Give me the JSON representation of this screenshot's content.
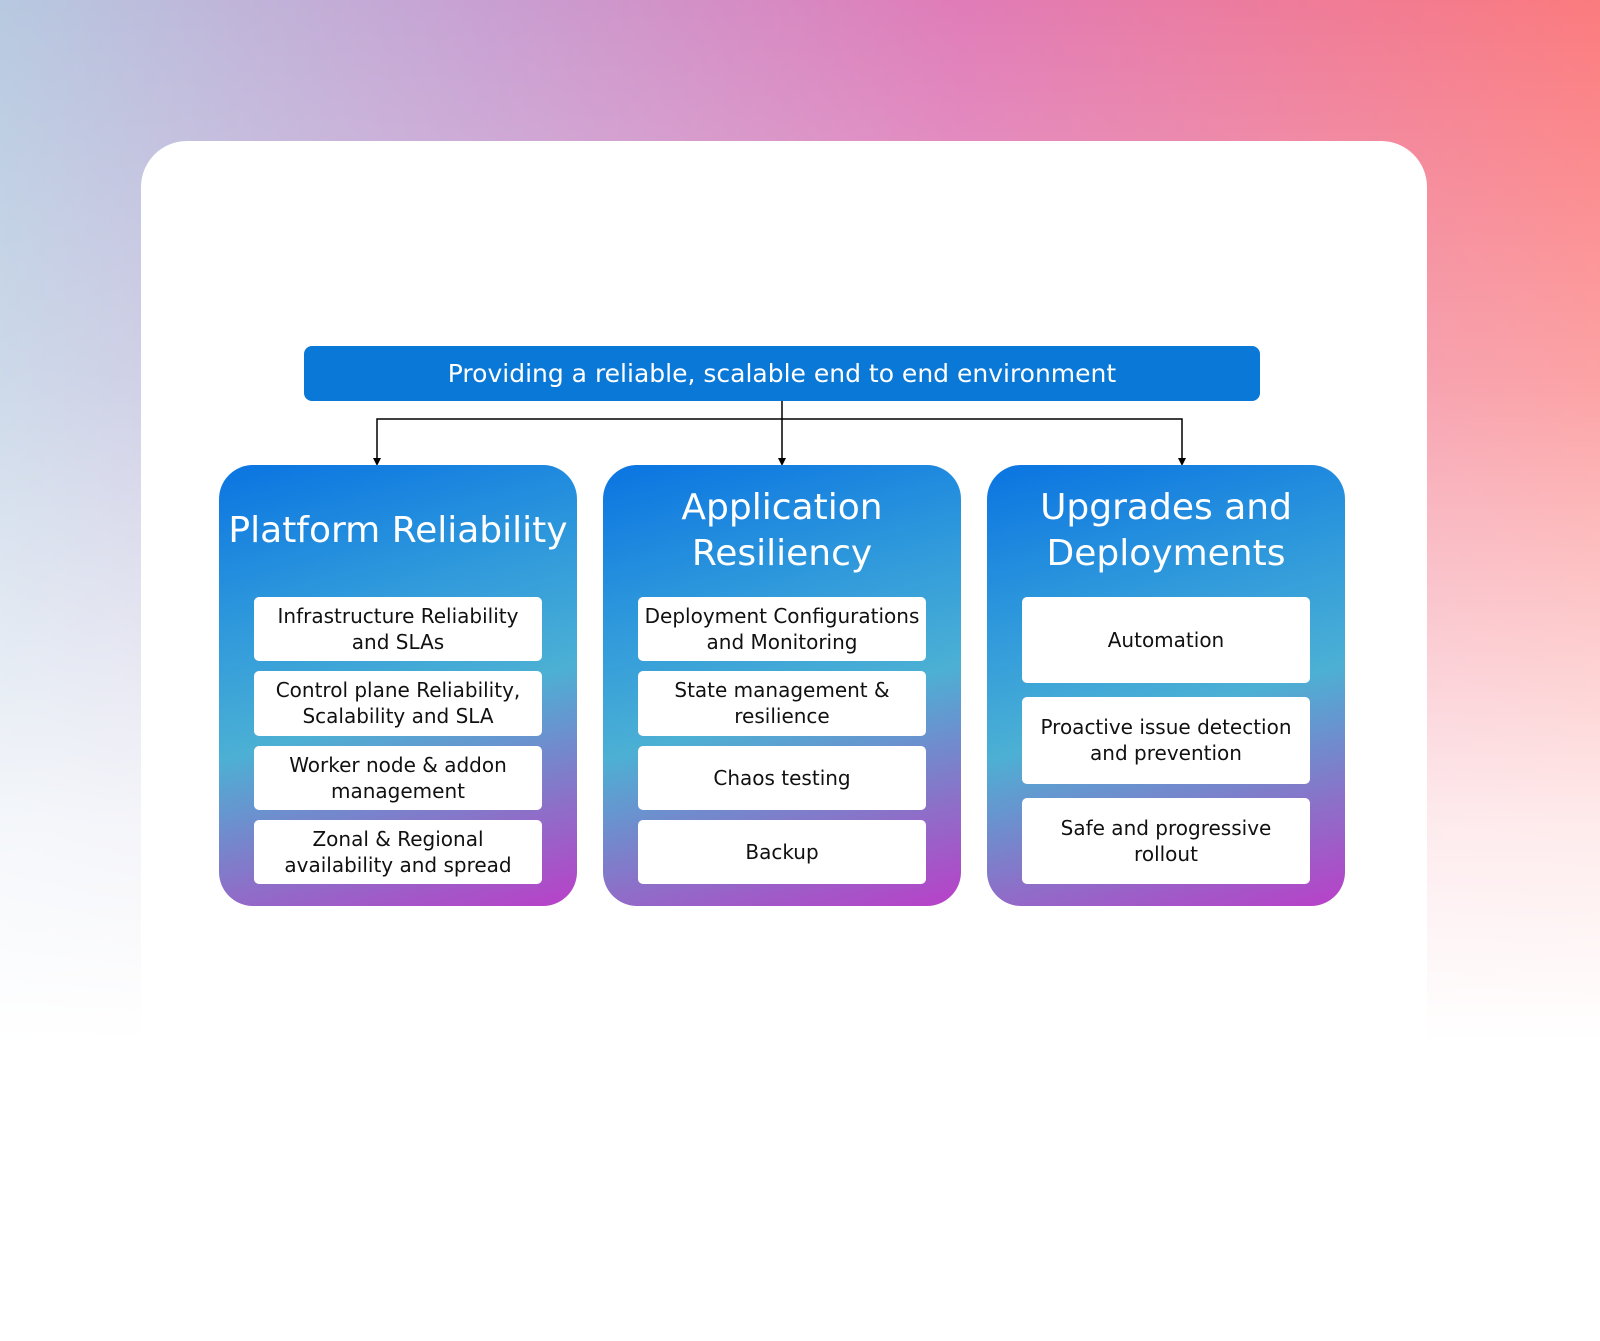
{
  "root": "Providing a reliable, scalable end to end environment",
  "columns": [
    {
      "title": "Platform Reliability",
      "items": [
        "Infrastructure Reliability and SLAs",
        "Control plane Reliability, Scalability and SLA",
        "Worker node & addon management",
        "Zonal & Regional availability and spread"
      ]
    },
    {
      "title": "Application Resiliency",
      "items": [
        "Deployment Configurations and Monitoring",
        "State management & resilience",
        "Chaos testing",
        "Backup"
      ]
    },
    {
      "title": "Upgrades and Deployments",
      "items": [
        "Automation",
        "Proactive issue detection and prevention",
        "Safe and progressive rollout"
      ]
    }
  ],
  "colors": {
    "root": "#0a78d6",
    "gradient_start": "#0a74e2",
    "gradient_end": "#b940c8"
  }
}
